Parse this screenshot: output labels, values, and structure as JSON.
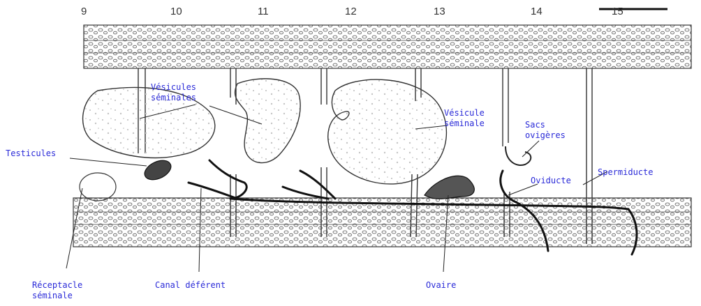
{
  "segments": [
    "9",
    "10",
    "11",
    "12",
    "13",
    "14",
    "15"
  ],
  "labels": {
    "vesicules_seminales": "Vésicules\nséminales",
    "vesicule_seminale": "Vésicule\nséminale",
    "sacs_ovigeres": "Sacs\novigères",
    "testicules": "Testicules",
    "oviducte": "Oviducte",
    "spermiducte": "Spermiducte",
    "receptacle_seminale": "Réceptacle\nséminale",
    "canal_deferent": "Canal déférent",
    "ovaire": "Ovaire"
  },
  "colors": {
    "label_text": "#2a2ad8",
    "line_art": "#222222",
    "duct": "#111111"
  }
}
